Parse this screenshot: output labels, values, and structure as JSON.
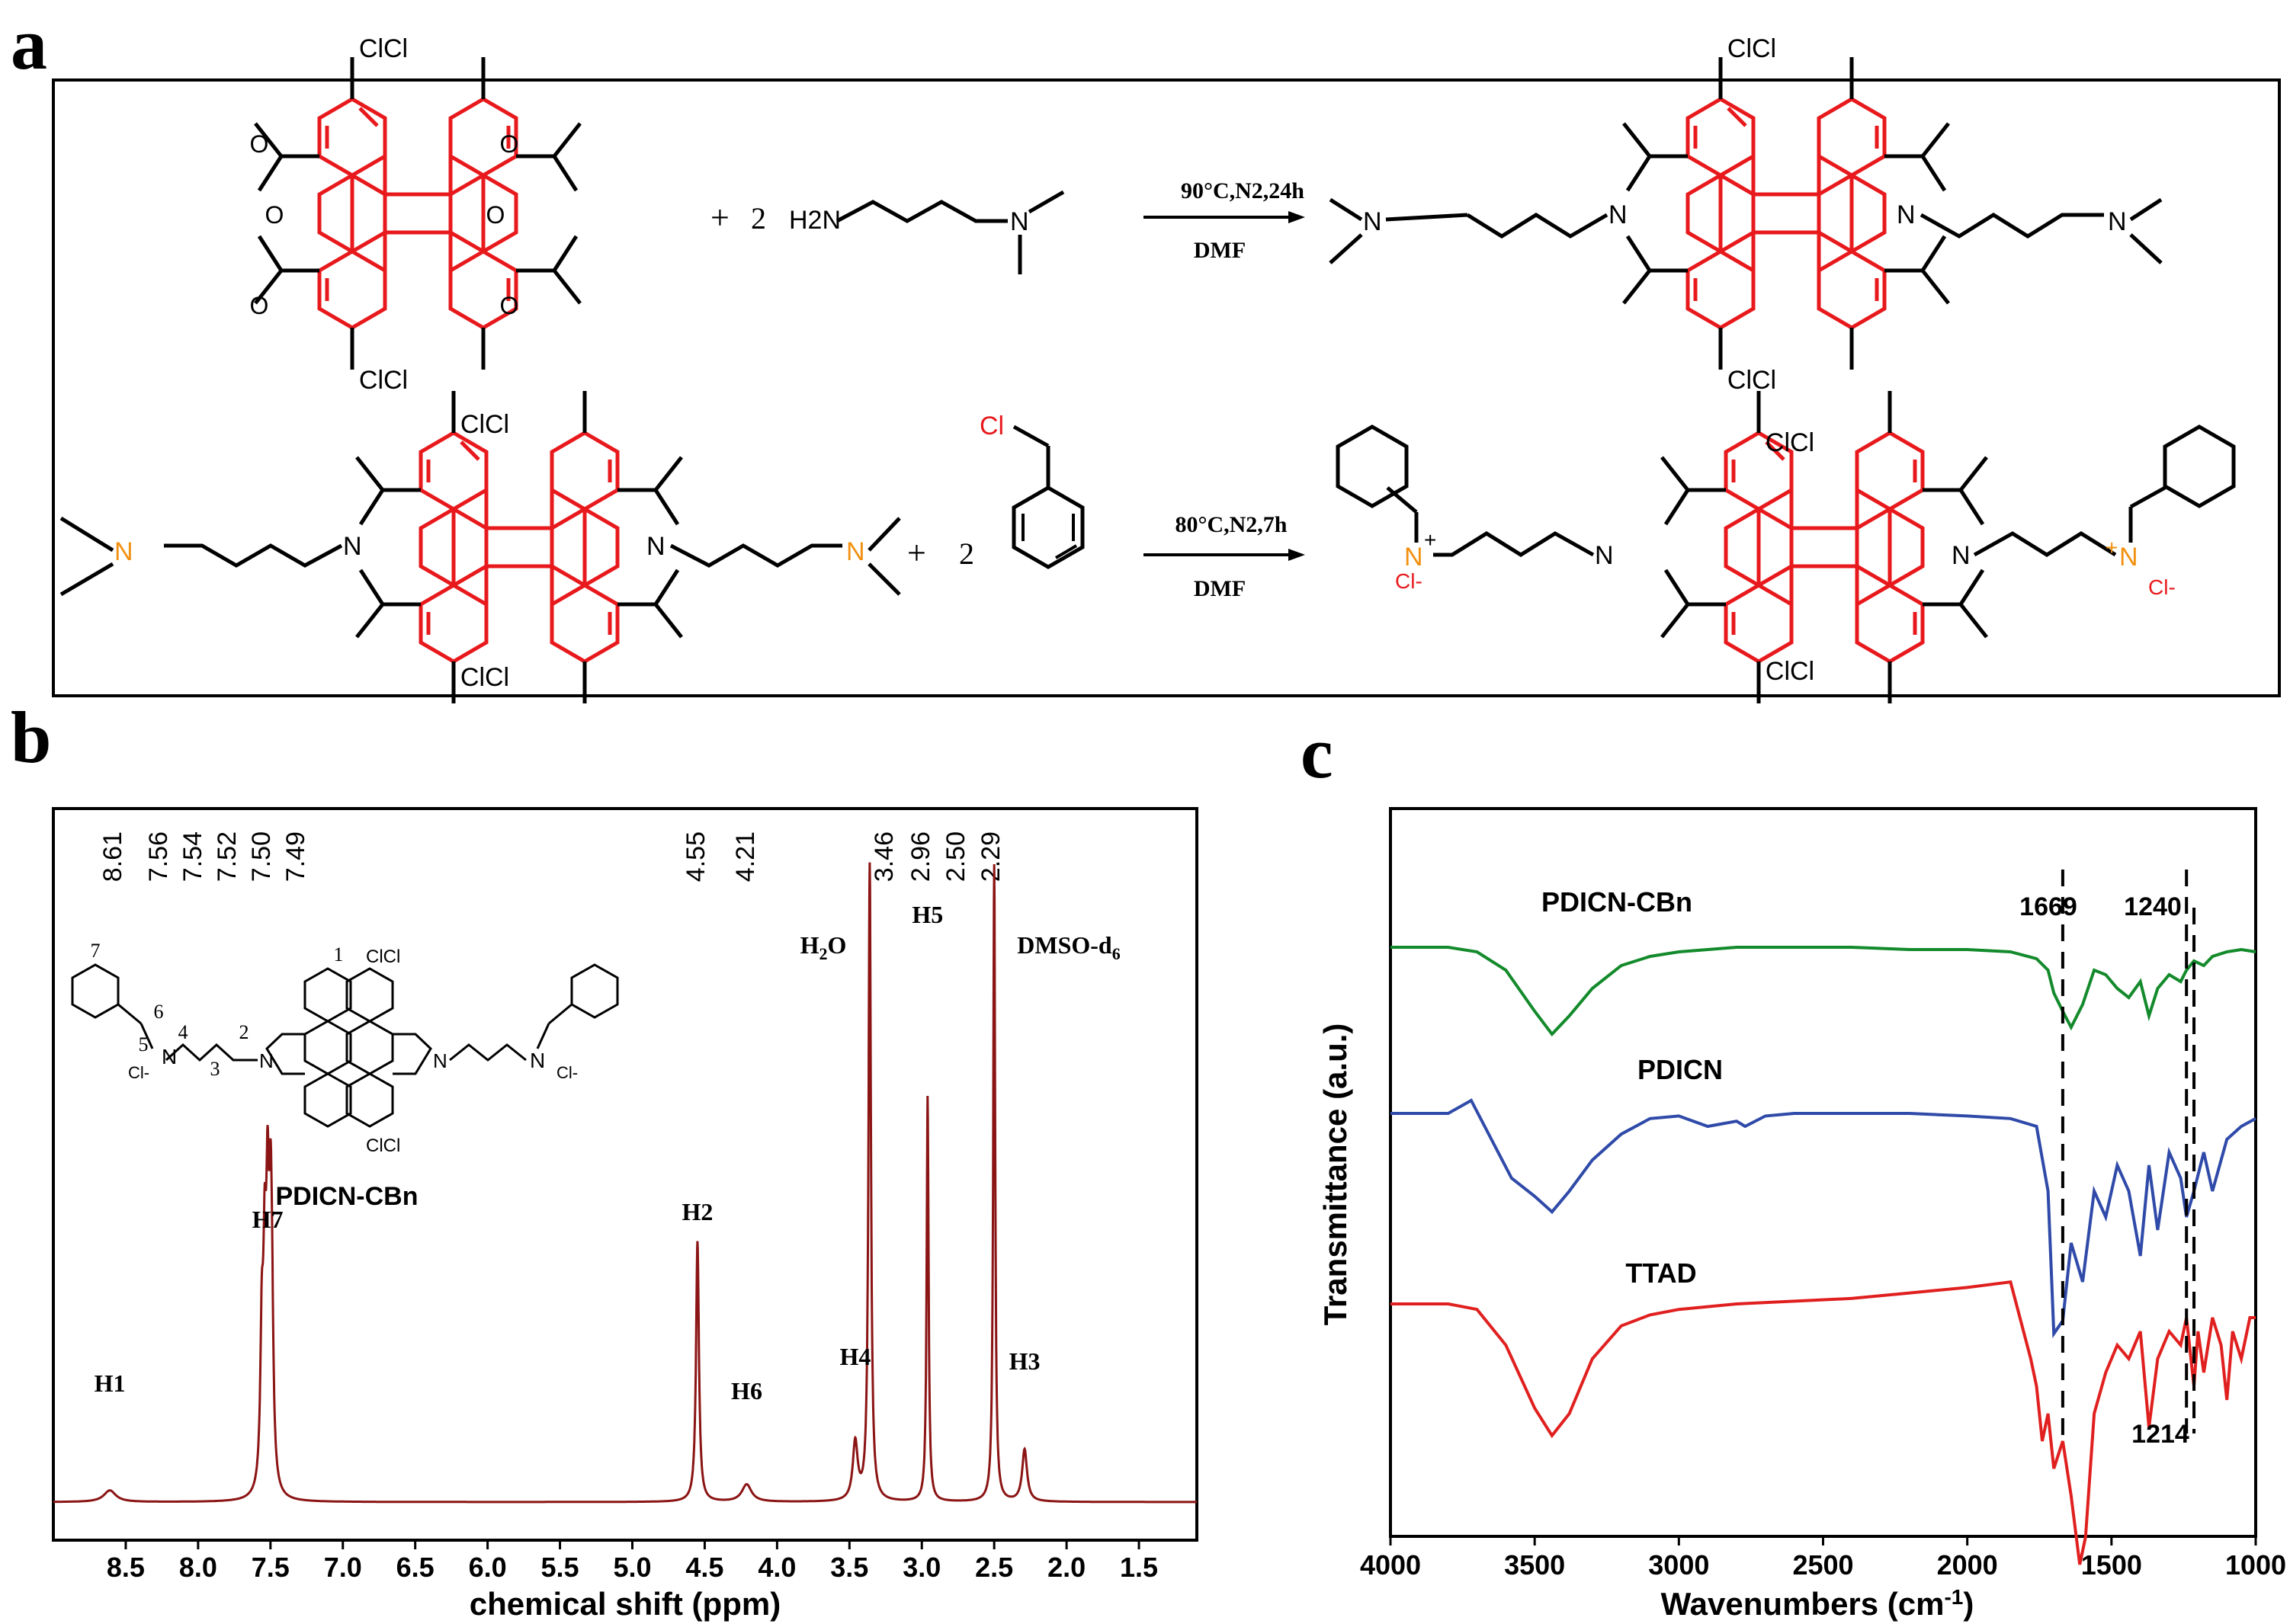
{
  "panels": {
    "a": "a",
    "b": "b",
    "c": "c"
  },
  "scheme": {
    "reaction1": {
      "reagent_coef": "2",
      "reagent_amine": "H2N",
      "conditions": "90°C,N2,24h",
      "solvent": "DMF",
      "plus": "+"
    },
    "reaction2": {
      "reagent_coef": "2",
      "reagent_label": "Cl",
      "conditions": "80°C,N2,7h",
      "solvent": "DMF",
      "plus": "+"
    },
    "atom_labels": {
      "cl2": "ClCl",
      "o": "O",
      "n": "N",
      "cl": "Cl",
      "plus": "+",
      "cl_minus": "Cl-"
    }
  },
  "nmr": {
    "xlabel": "chemical shift (ppm)",
    "structure_name": "PDICN-CBn",
    "structure_numbers": [
      "1",
      "2",
      "3",
      "4",
      "5",
      "6",
      "7"
    ],
    "solvent_labels": {
      "water": "H2O",
      "dmso": "DMSO-d6"
    },
    "peak_labels": [
      {
        "label": "H1",
        "ppm": 8.61
      },
      {
        "label": "H7",
        "ppm": 7.52
      },
      {
        "label": "H2",
        "ppm": 4.55
      },
      {
        "label": "H6",
        "ppm": 4.21
      },
      {
        "label": "H4",
        "ppm": 3.46
      },
      {
        "label": "H5",
        "ppm": 2.96
      },
      {
        "label": "H3",
        "ppm": 2.29
      }
    ]
  },
  "ir": {
    "ylabel": "Transmittance (a.u.)",
    "xlabel": "Wavenumbers (cm-1)",
    "series_labels": [
      "PDICN-CBn",
      "PDICN",
      "TTAD"
    ],
    "annotations": [
      "1669",
      "1240",
      "1214"
    ]
  },
  "chart_data": [
    {
      "type": "line",
      "xlabel": "chemical shift (ppm)",
      "ylabel": "",
      "xlim": [
        9.0,
        1.1
      ],
      "x_ticks": [
        8.5,
        8.0,
        7.5,
        7.0,
        6.5,
        6.0,
        5.5,
        5.0,
        4.5,
        4.0,
        3.5,
        3.0,
        2.5,
        2.0,
        1.5
      ],
      "shift_labels": [
        "8.61",
        "7.56",
        "7.54",
        "7.52",
        "7.50",
        "7.49",
        "4.55",
        "4.21",
        "3.46",
        "2.96",
        "2.50",
        "2.29"
      ],
      "peaks": [
        {
          "ppm": 8.61,
          "height": 0.02,
          "width": 0.05
        },
        {
          "ppm": 7.56,
          "height": 0.25,
          "width": 0.012
        },
        {
          "ppm": 7.54,
          "height": 0.33,
          "width": 0.012
        },
        {
          "ppm": 7.52,
          "height": 0.42,
          "width": 0.012
        },
        {
          "ppm": 7.5,
          "height": 0.35,
          "width": 0.012
        },
        {
          "ppm": 7.49,
          "height": 0.22,
          "width": 0.012
        },
        {
          "ppm": 4.55,
          "height": 0.45,
          "width": 0.012
        },
        {
          "ppm": 4.21,
          "height": 0.03,
          "width": 0.04
        },
        {
          "ppm": 3.46,
          "height": 0.1,
          "width": 0.02
        },
        {
          "ppm": 3.36,
          "height": 1.1,
          "width": 0.01
        },
        {
          "ppm": 2.96,
          "height": 0.7,
          "width": 0.008
        },
        {
          "ppm": 2.5,
          "height": 1.1,
          "width": 0.008
        },
        {
          "ppm": 2.29,
          "height": 0.09,
          "width": 0.02
        }
      ],
      "series": [
        {
          "name": "PDICN-CBn"
        }
      ]
    },
    {
      "type": "line",
      "xlabel": "Wavenumbers (cm-1)",
      "ylabel": "Transmittance (a.u.)",
      "xlim": [
        4000,
        1000
      ],
      "x_ticks": [
        4000,
        3500,
        3000,
        2500,
        2000,
        1500,
        1000
      ],
      "series": [
        {
          "name": "PDICN-CBn",
          "color": "#138a2b",
          "offset": 0.0,
          "x": [
            4000,
            3800,
            3700,
            3600,
            3500,
            3440,
            3380,
            3300,
            3200,
            3100,
            3000,
            2900,
            2800,
            2600,
            2400,
            2200,
            2000,
            1850,
            1760,
            1720,
            1700,
            1669,
            1640,
            1600,
            1560,
            1520,
            1480,
            1440,
            1400,
            1370,
            1340,
            1300,
            1260,
            1240,
            1214,
            1180,
            1150,
            1100,
            1050,
            1000
          ],
          "y": [
            0.0,
            0.0,
            0.02,
            0.1,
            0.28,
            0.38,
            0.3,
            0.18,
            0.08,
            0.04,
            0.02,
            0.01,
            0.0,
            0.0,
            0.0,
            0.01,
            0.01,
            0.02,
            0.05,
            0.1,
            0.2,
            0.28,
            0.35,
            0.25,
            0.1,
            0.12,
            0.18,
            0.22,
            0.15,
            0.3,
            0.18,
            0.12,
            0.15,
            0.1,
            0.06,
            0.08,
            0.04,
            0.02,
            0.01,
            0.02
          ]
        },
        {
          "name": "PDICN",
          "color": "#2f4aa8",
          "offset": 0.0,
          "x": [
            4000,
            3800,
            3720,
            3650,
            3580,
            3500,
            3440,
            3380,
            3300,
            3200,
            3100,
            3000,
            2950,
            2900,
            2850,
            2800,
            2770,
            2700,
            2600,
            2400,
            2200,
            2000,
            1850,
            1760,
            1720,
            1700,
            1669,
            1640,
            1600,
            1560,
            1520,
            1480,
            1440,
            1400,
            1370,
            1340,
            1300,
            1260,
            1240,
            1214,
            1180,
            1150,
            1100,
            1050,
            1000
          ],
          "y": [
            0.0,
            0.0,
            -0.05,
            0.1,
            0.25,
            0.32,
            0.38,
            0.3,
            0.18,
            0.08,
            0.02,
            0.01,
            0.03,
            0.05,
            0.04,
            0.03,
            0.05,
            0.01,
            0.0,
            0.0,
            0.0,
            0.01,
            0.02,
            0.05,
            0.3,
            0.85,
            0.8,
            0.5,
            0.65,
            0.3,
            0.4,
            0.2,
            0.3,
            0.55,
            0.2,
            0.45,
            0.15,
            0.25,
            0.4,
            0.3,
            0.15,
            0.3,
            0.1,
            0.05,
            0.02
          ]
        },
        {
          "name": "TTAD",
          "color": "#e0201f",
          "offset": 0.0,
          "x": [
            4000,
            3800,
            3700,
            3600,
            3500,
            3440,
            3380,
            3300,
            3200,
            3100,
            3000,
            2900,
            2800,
            2600,
            2400,
            2200,
            2000,
            1850,
            1780,
            1760,
            1740,
            1720,
            1700,
            1669,
            1640,
            1610,
            1590,
            1560,
            1520,
            1480,
            1440,
            1400,
            1370,
            1340,
            1300,
            1260,
            1240,
            1214,
            1200,
            1180,
            1150,
            1120,
            1100,
            1080,
            1050,
            1020,
            1000
          ],
          "y": [
            0.0,
            0.0,
            0.02,
            0.15,
            0.38,
            0.48,
            0.4,
            0.2,
            0.08,
            0.04,
            0.02,
            0.01,
            0.0,
            -0.01,
            -0.02,
            -0.04,
            -0.06,
            -0.08,
            0.2,
            0.3,
            0.5,
            0.4,
            0.6,
            0.5,
            0.7,
            0.95,
            0.85,
            0.4,
            0.25,
            0.15,
            0.2,
            0.1,
            0.45,
            0.2,
            0.1,
            0.15,
            0.05,
            0.3,
            0.1,
            0.25,
            0.05,
            0.15,
            0.35,
            0.1,
            0.2,
            0.05,
            0.05
          ]
        }
      ],
      "dashed_markers": [
        1669,
        1240,
        1214
      ]
    }
  ]
}
